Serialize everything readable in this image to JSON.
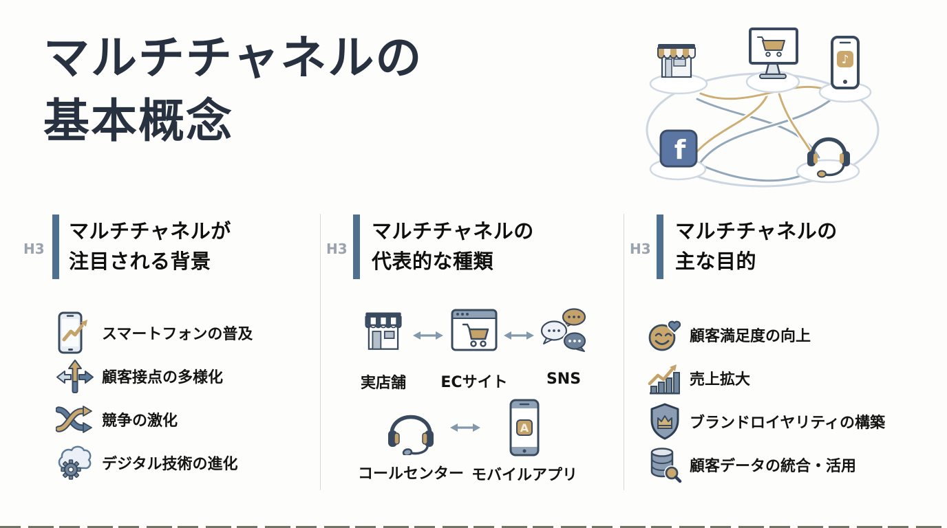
{
  "page": {
    "title_line1": "マルチチャネルの",
    "title_line2": "基本概念"
  },
  "colors": {
    "title": "#28313f",
    "heading_bar": "#50708f",
    "h3_tag": "#9aa3ad",
    "outline_navy": "#3a4a5e",
    "slate": "#5d7a99",
    "gold": "#c4a269",
    "divider": "#d8d8d8"
  },
  "glyphs": {
    "facebook": "f",
    "music_note": "♪",
    "app_store": "A"
  },
  "illustration": {
    "name": "multichannel-network",
    "nodes": [
      "storefront",
      "ec-monitor",
      "music-app-phone",
      "facebook-cube",
      "support-headset"
    ]
  },
  "columns": [
    {
      "tag": "H3",
      "heading_line1": "マルチチャネルが",
      "heading_line2": "注目される背景",
      "items": [
        {
          "icon": "smartphone-growth-icon",
          "label": "スマートフォンの普及"
        },
        {
          "icon": "branching-arrows-icon",
          "label": "顧客接点の多様化"
        },
        {
          "icon": "crossing-arrows-icon",
          "label": "競争の激化"
        },
        {
          "icon": "cloud-gear-icon",
          "label": "デジタル技術の進化"
        }
      ]
    },
    {
      "tag": "H3",
      "heading_line1": "マルチチャネルの",
      "heading_line2": "代表的な種類",
      "link_icon": "bidirectional-arrow-icon",
      "row1": [
        {
          "icon": "storefront-icon",
          "label": "実店舗"
        },
        {
          "icon": "ec-site-icon",
          "label": "ECサイト"
        },
        {
          "icon": "sns-chat-icon",
          "label": "SNS"
        }
      ],
      "row2": [
        {
          "icon": "call-center-headset-icon",
          "label": "コールセンター"
        },
        {
          "icon": "mobile-app-icon",
          "label": "モバイルアプリ"
        }
      ]
    },
    {
      "tag": "H3",
      "heading_line1": "マルチチャネルの",
      "heading_line2": "主な目的",
      "items": [
        {
          "icon": "smiley-heart-icon",
          "label": "顧客満足度の向上"
        },
        {
          "icon": "sales-growth-icon",
          "label": "売上拡大"
        },
        {
          "icon": "shield-crown-icon",
          "label": "ブランドロイヤリティの構築"
        },
        {
          "icon": "database-search-icon",
          "label": "顧客データの統合・活用"
        }
      ]
    }
  ]
}
